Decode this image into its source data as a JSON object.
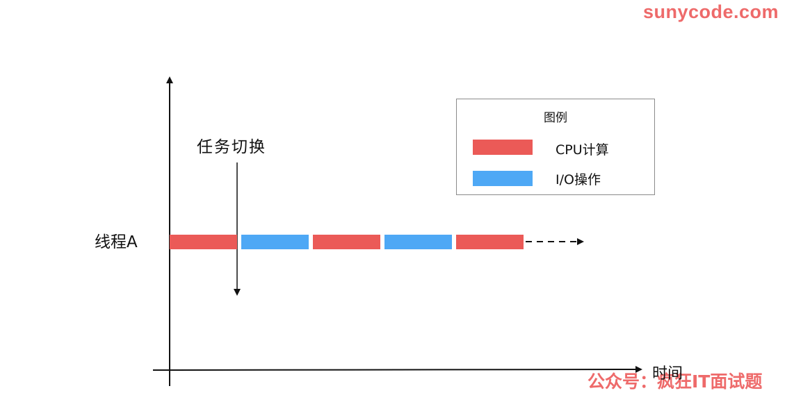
{
  "watermarks": {
    "top": "sunycode.com",
    "bottom": "公众号：疯狂IT面试题"
  },
  "labels": {
    "thread": "线程A",
    "task_switch": "任务切换",
    "time_axis": "时间"
  },
  "legend": {
    "title": "图例",
    "items": [
      {
        "label": "CPU计算",
        "color": "#eb5a57"
      },
      {
        "label": "I/O操作",
        "color": "#4ea8f5"
      }
    ]
  },
  "timeline": {
    "segments": [
      "CPU计算",
      "I/O操作",
      "CPU计算",
      "I/O操作",
      "CPU计算"
    ],
    "continues": true
  },
  "colors": {
    "cpu": "#eb5a57",
    "io": "#4ea8f5",
    "watermark": "#ee6a6a",
    "axis": "#111111"
  }
}
